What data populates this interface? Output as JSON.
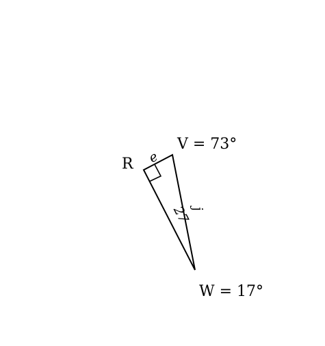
{
  "vertices": {
    "R": {
      "label": "R"
    },
    "V": {
      "label": "V = 73°"
    },
    "W": {
      "label": "W = 17°"
    }
  },
  "sides": {
    "rv": {
      "label": "e"
    },
    "vw": {
      "label": "j"
    },
    "rw": {
      "label": "27"
    }
  },
  "colors": {
    "stroke": "#000000",
    "background": "#ffffff"
  }
}
